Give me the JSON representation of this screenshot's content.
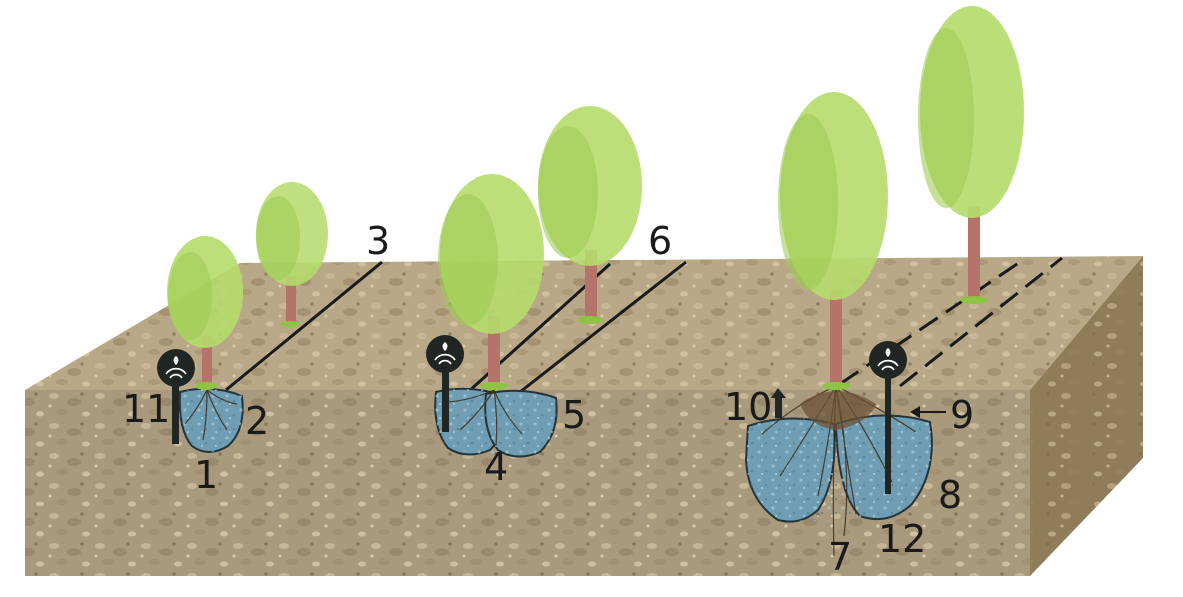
{
  "diagram": {
    "callouts": [
      {
        "id": "1",
        "label": "1"
      },
      {
        "id": "2",
        "label": "2"
      },
      {
        "id": "3",
        "label": "3"
      },
      {
        "id": "4",
        "label": "4"
      },
      {
        "id": "5",
        "label": "5"
      },
      {
        "id": "6",
        "label": "6"
      },
      {
        "id": "7",
        "label": "7"
      },
      {
        "id": "8",
        "label": "8"
      },
      {
        "id": "9",
        "label": "9"
      },
      {
        "id": "10",
        "label": "10"
      },
      {
        "id": "11",
        "label": "11"
      },
      {
        "id": "12",
        "label": "12"
      }
    ],
    "colors": {
      "soil_top": "#b9a888",
      "soil_front": "#a99a7e",
      "soil_side": "#8f7c58",
      "foliage": "#b5dc6c",
      "foliage_shade": "#9fcb55",
      "trunk": "#b5736a",
      "trunk_shade": "#8f5048",
      "wet_bulb": "#6f9db3",
      "line": "#1a1a1a",
      "sensor": "#1f2624"
    },
    "icons": [
      "wireless-soil-sensor-icon",
      "tree-icon",
      "wet-bulb-icon",
      "drip-line-icon",
      "root-icon"
    ]
  }
}
